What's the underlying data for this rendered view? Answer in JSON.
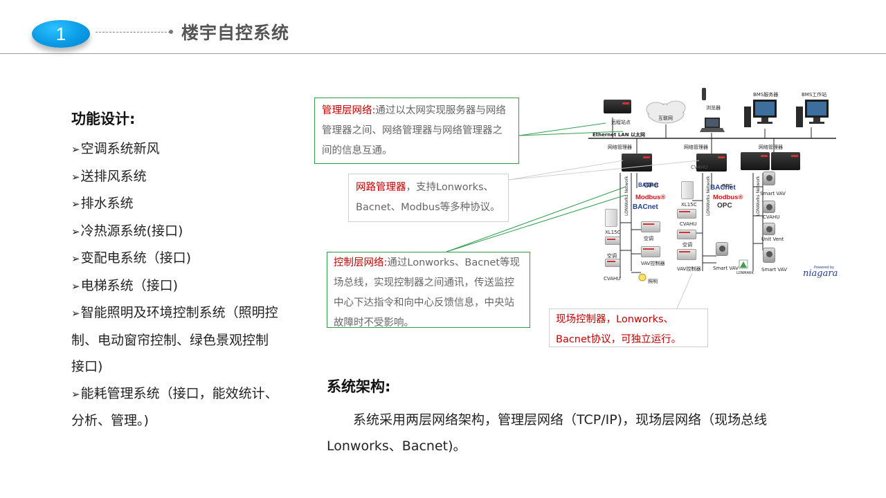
{
  "header": {
    "number": "1",
    "title": "楼宇自控系统"
  },
  "functions": {
    "title": "功能设计:",
    "items": [
      "空调系统新风",
      "送排风系统",
      "排水系统",
      "冷热源系统(接口)",
      "变配电系统（接口)",
      "电梯系统（接口)",
      "智能照明及环境控制系统（照明控制、电动窗帘控制、绿色景观控制接口)",
      "能耗管理系统（接口，能效统计、分析、管理。)"
    ]
  },
  "diagram": {
    "labels": {
      "remote_site": "远程站点",
      "internet": "互联网",
      "browser": "浏览器",
      "bms_server": "BMS服务器",
      "bms_workstation": "BMS工作站",
      "ethernet": "Ethernet LAN 以太网",
      "net_mgr_1": "网络管理器",
      "net_mgr_2": "网络管理器",
      "net_mgr_3": "网络管理器",
      "lonworks_network_1": "LONWorks Network",
      "lonworks_network_2": "LONWorks Network",
      "lonworks_network_3": "LONWorks Network",
      "xl15c_1": "XL15C",
      "xl15c_2": "XL15C",
      "cvahu_1": "CVAHU",
      "cvahu_2": "CVAHU",
      "cvahu_3": "CVAHU",
      "ac_1": "空调",
      "ac_2": "空调",
      "ac_3": "空调",
      "vav_ctrl_1": "VAV控制器",
      "vav_ctrl_2": "VAV控制器",
      "lighting": "照明",
      "smart_vav_1": "Smart VAV",
      "smart_vav_2": "Smart VAV",
      "smart_vav_3": "Smart VAV",
      "cvahu_right": "CVAHU",
      "unit_vent": "Unit Vent",
      "lonmark": "LONMARK",
      "niagara": "niagara",
      "powered_by": "Powered by"
    },
    "logos": {
      "bacnet_1": "BACnet",
      "bacnet_2": "BACnet",
      "bacnet_3": "BACnet",
      "modbus_1": "Modbus®",
      "modbus_2": "Modbus®",
      "opc_1": "OPC",
      "opc_2": "OPC",
      "opc_3": "OPC"
    }
  },
  "callouts": {
    "management": {
      "title": "管理层网络",
      "sep": ":",
      "text": "通过以太网实现服务器与网络管理器之间、网络管理器与网络管理器之间的信息互通。"
    },
    "router": {
      "title": "网路管理器",
      "sep": "，",
      "text": "支持Lonworks、Bacnet、Modbus等多种协议。"
    },
    "control": {
      "title": "控制层网络",
      "sep": ":",
      "text": "通过Lonworks、Bacnet等现场总线，实现控制器之间通讯，传送监控中心下达指令和向中心反馈信息，中央站故障时不受影响。"
    },
    "field": {
      "text": "现场控制器，Lonworks、Bacnet协议，可独立运行。"
    }
  },
  "architecture": {
    "title": "系统架构:",
    "text": "系统采用两层网络架构，管理层网络（TCP/IP)，现场层网络（现场总线Lonworks、Bacnet)。"
  },
  "colors": {
    "badge": "#0a9be6",
    "callout_border_green": "#2e9e4e",
    "callout_border_gray": "#cfcfcf",
    "highlight_red": "#c00000"
  }
}
